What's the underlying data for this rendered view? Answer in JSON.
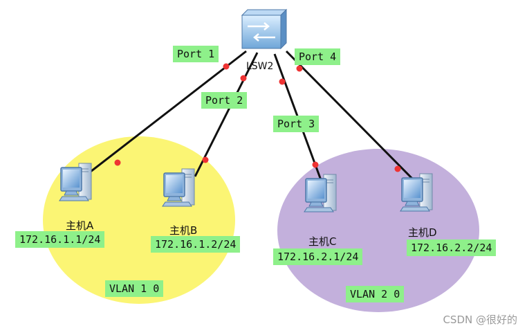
{
  "switch": {
    "name": "LSW2",
    "icon": "switch-icon"
  },
  "ports": {
    "p1": "Port 1",
    "p2": "Port 2",
    "p3": "Port 3",
    "p4": "Port 4"
  },
  "hosts": [
    {
      "name": "主机A",
      "ip": "172.16.1.1/24"
    },
    {
      "name": "主机B",
      "ip": "172.16.1.2/24"
    },
    {
      "name": "主机C",
      "ip": "172.16.2.1/24"
    },
    {
      "name": "主机D",
      "ip": "172.16.2.2/24"
    }
  ],
  "vlans": [
    {
      "label": "VLAN 1 0",
      "color": "#fbf574"
    },
    {
      "label": "VLAN 2 0",
      "color": "#c3b0dc"
    }
  ],
  "colors": {
    "link": "#111111",
    "port_dot": "#ee3333",
    "label_bg": "#8ef08a"
  },
  "watermark": "CSDN @很好的"
}
